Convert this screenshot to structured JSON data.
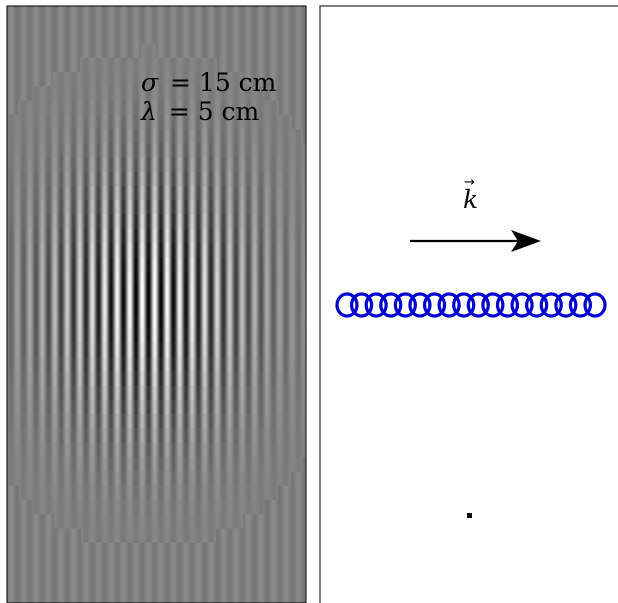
{
  "left_panel": {
    "sigma_symbol": "σ",
    "sigma_rhs": "= 15 cm",
    "lambda_symbol": "λ",
    "lambda_rhs": "= 5 cm",
    "sigma_value_cm": 15,
    "wavelength_cm": 5,
    "background_color": "#808080"
  },
  "right_panel": {
    "vector_label": "k",
    "vector_accent": "→",
    "arrow_color": "#000000",
    "coil_color": "#0000d0",
    "coil_turns": 18,
    "marker_color": "#000000"
  }
}
